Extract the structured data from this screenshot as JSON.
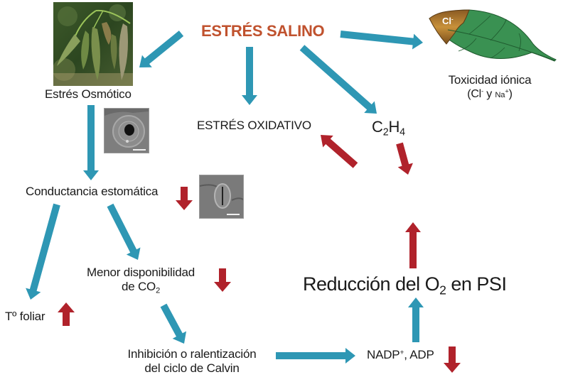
{
  "title": "ESTRÉS SALINO",
  "colors": {
    "title": "#c0522e",
    "flow_arrow": "#2e97b4",
    "trend_arrow": "#b0222b",
    "leaf_green": "#3a9152",
    "leaf_damage": "#b77a2a"
  },
  "nodes": {
    "osmotico": "Estrés Osmótico",
    "oxidativo": "ESTRÉS OXIDATIVO",
    "etileno": {
      "base_c": "C",
      "sub_c": "2",
      "base_h": "H",
      "sub_h": "4"
    },
    "toxicidad": {
      "line1": "Toxicidad iónica",
      "open": "(Cl",
      "cl_charge": "-",
      "mid": " y ",
      "na": "Na",
      "na_charge": "+",
      "close": ")"
    },
    "leaf_label": {
      "text": "Cl",
      "charge": "-"
    },
    "conductancia": "Conductancia estomática",
    "menor": {
      "line1": "Menor disponibilidad",
      "line2_prefix": "de CO",
      "line2_sub": "2"
    },
    "foliar": "Tº foliar",
    "calvin": {
      "line1": "Inhibición o ralentización",
      "line2": "del ciclo de Calvin"
    },
    "nadp": {
      "prefix": "NADP",
      "charge": "+",
      "suffix": ", ADP"
    },
    "reduccion": {
      "prefix": "Reducción del O",
      "sub": "2",
      "suffix": " en PSI"
    }
  },
  "images": {
    "plant_photo": "wilted-leaves-photo",
    "stomata_open": "sem-stomata-open",
    "stomata_closed": "sem-stomata-closed"
  },
  "trend_arrows": {
    "conductancia": "down",
    "menor_co2": "down",
    "foliar": "up",
    "nadp": "down",
    "reduccion_o2": "up",
    "etileno": "down",
    "oxidativo": "up"
  }
}
